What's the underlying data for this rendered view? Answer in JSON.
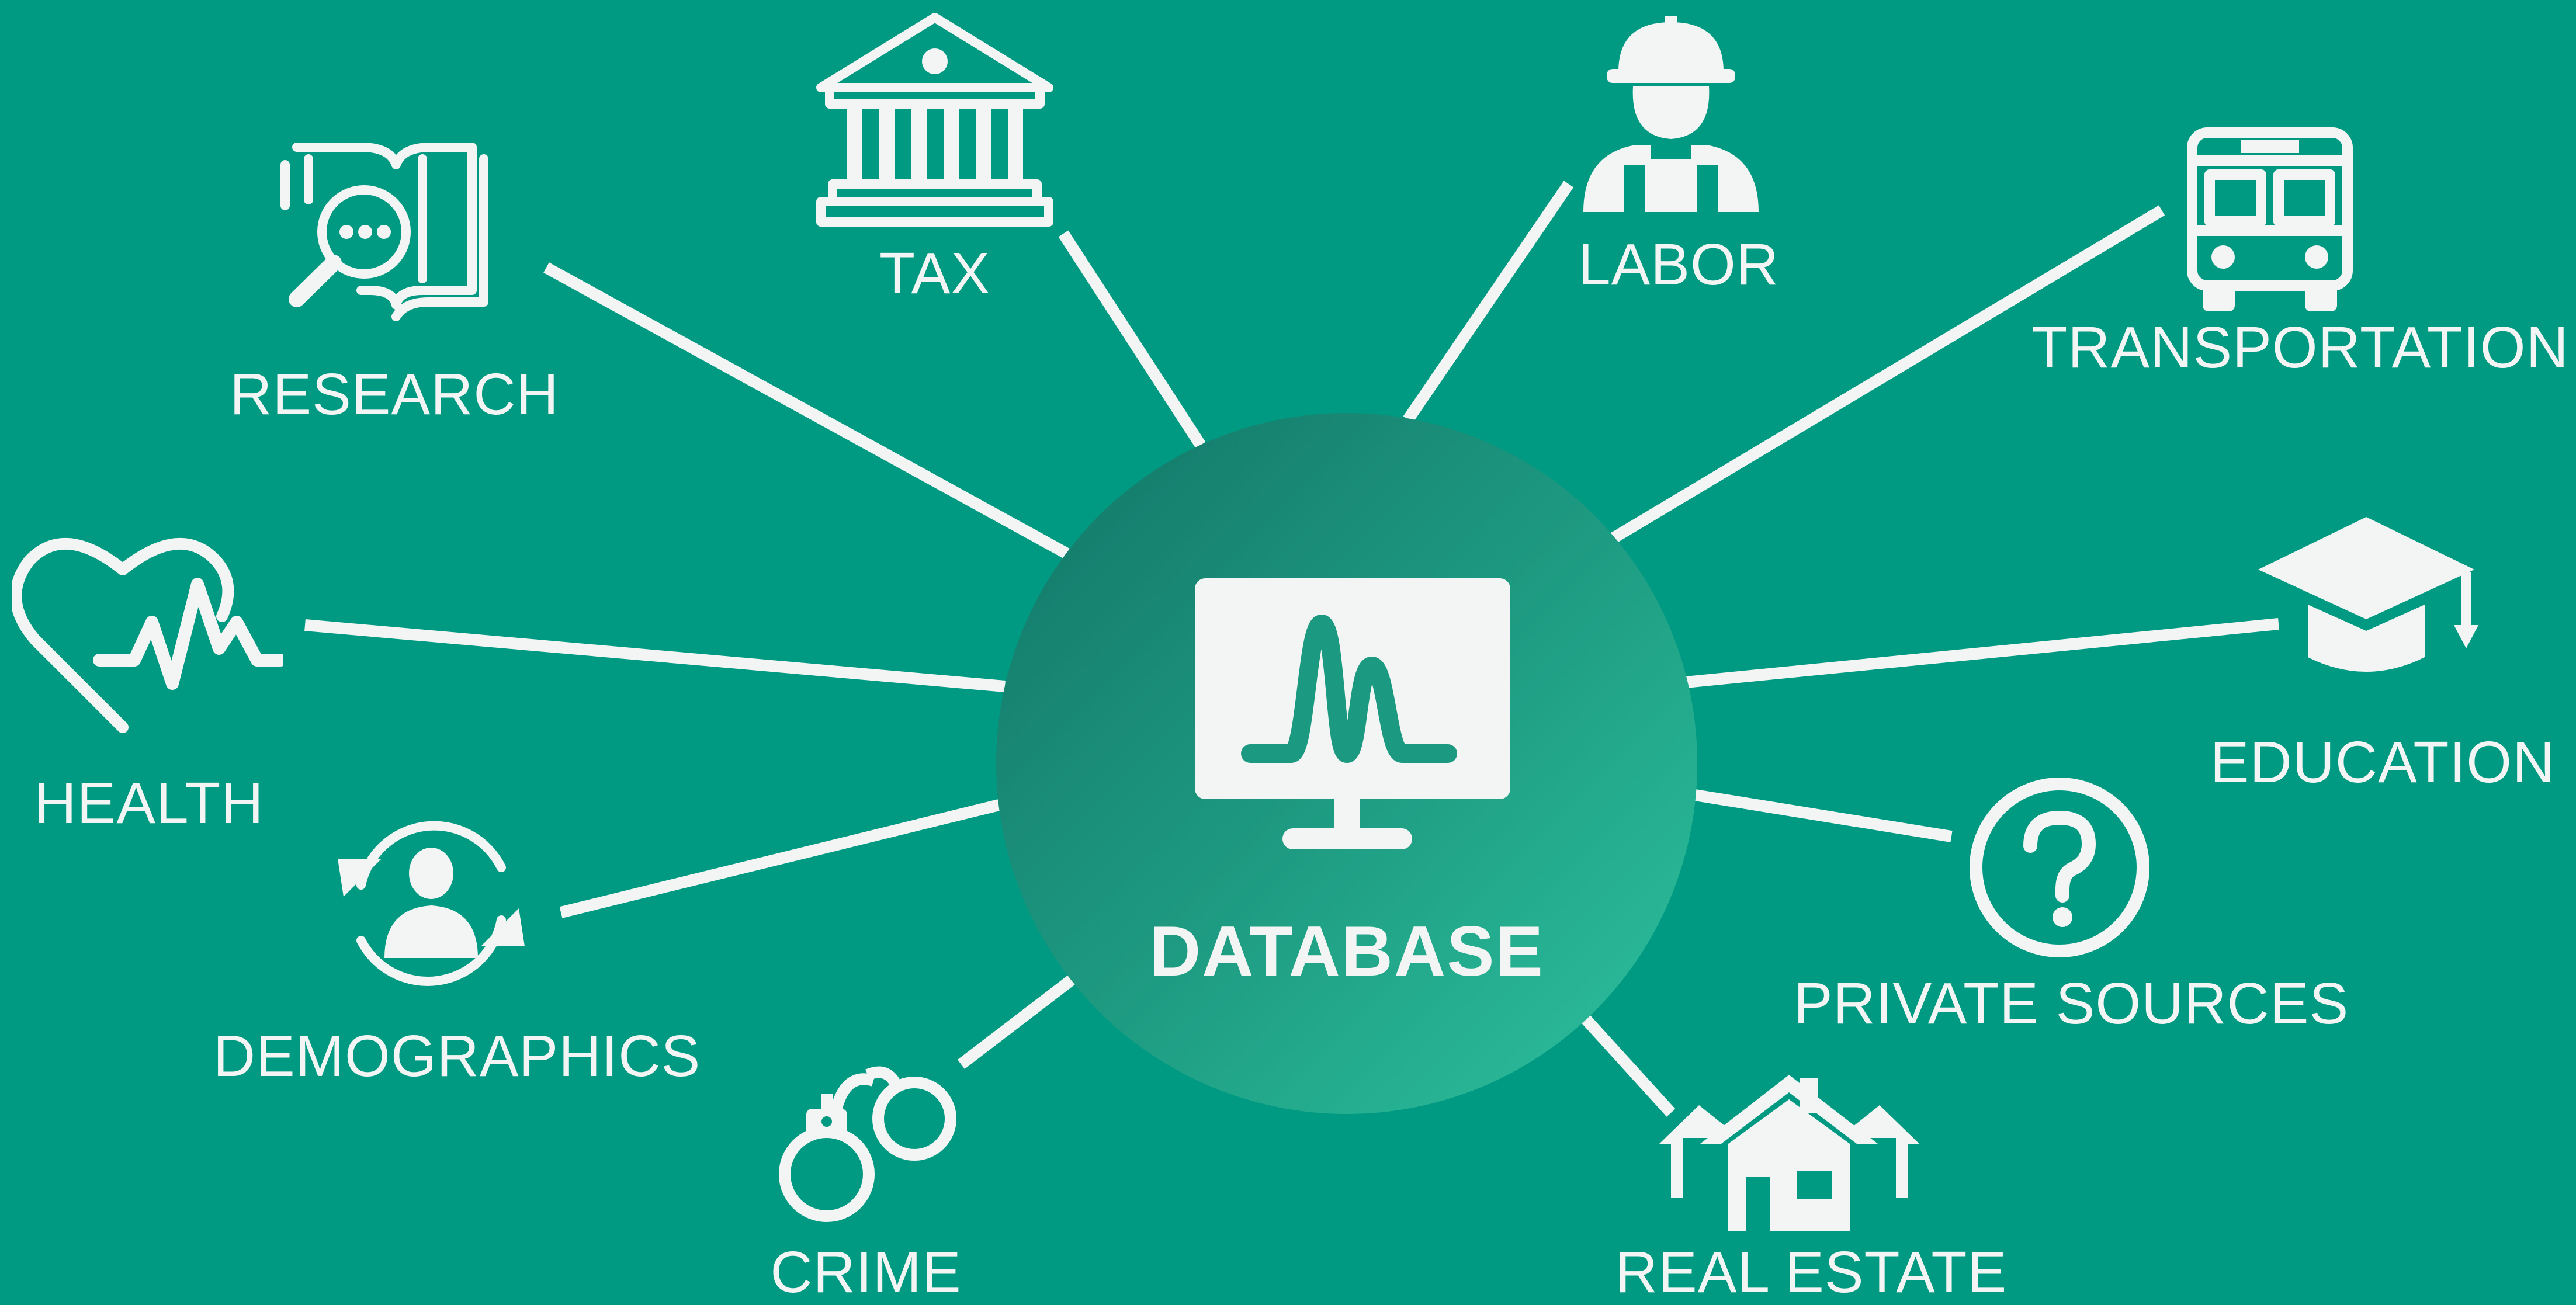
{
  "colors": {
    "background": "#009a82",
    "icon_fill": "#f2f5f3",
    "hub_gradient_start": "#127466",
    "hub_gradient_end": "#2dc29f"
  },
  "center": {
    "label": "DATABASE",
    "icon": "monitor-chart-icon"
  },
  "categories": [
    {
      "id": "research",
      "label": "RESEARCH",
      "icon": "book-magnifier-icon"
    },
    {
      "id": "tax",
      "label": "TAX",
      "icon": "government-building-icon"
    },
    {
      "id": "labor",
      "label": "LABOR",
      "icon": "construction-worker-icon"
    },
    {
      "id": "transportation",
      "label": "TRANSPORTATION",
      "icon": "bus-icon"
    },
    {
      "id": "education",
      "label": "EDUCATION",
      "icon": "graduation-cap-icon"
    },
    {
      "id": "private-sources",
      "label": "PRIVATE SOURCES",
      "icon": "question-circle-icon"
    },
    {
      "id": "real-estate",
      "label": "REAL ESTATE",
      "icon": "houses-icon"
    },
    {
      "id": "crime",
      "label": "CRIME",
      "icon": "handcuffs-icon"
    },
    {
      "id": "demographics",
      "label": "DEMOGRAPHICS",
      "icon": "person-cycle-icon"
    },
    {
      "id": "health",
      "label": "HEALTH",
      "icon": "heart-pulse-icon"
    }
  ]
}
